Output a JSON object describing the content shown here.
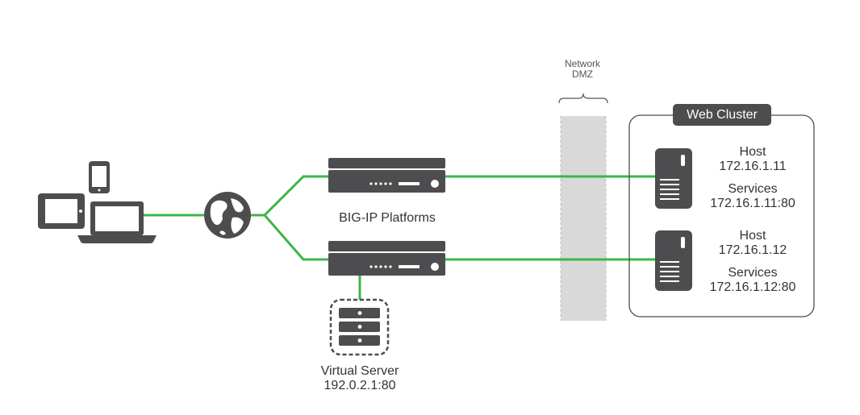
{
  "network_dmz": {
    "line1": "Network",
    "line2": "DMZ"
  },
  "platforms": {
    "label": "BIG-IP Platforms"
  },
  "virtual_server": {
    "name": "Virtual Server",
    "address": "192.0.2.1:80"
  },
  "web_cluster": {
    "title": "Web Cluster",
    "hosts": [
      {
        "host_label": "Host",
        "host_ip": "172.16.1.11",
        "services_label": "Services",
        "services_addr": "172.16.1.11:80"
      },
      {
        "host_label": "Host",
        "host_ip": "172.16.1.12",
        "services_label": "Services",
        "services_addr": "172.16.1.12:80"
      }
    ]
  },
  "colors": {
    "link": "#3db54a",
    "device": "#4d4d4f",
    "dmz": "#d9d9da",
    "text": "#333333"
  },
  "icons": [
    "tablet-icon",
    "phone-icon",
    "laptop-icon",
    "globe-icon",
    "appliance-icon",
    "server-icon",
    "virtual-server-icon"
  ]
}
